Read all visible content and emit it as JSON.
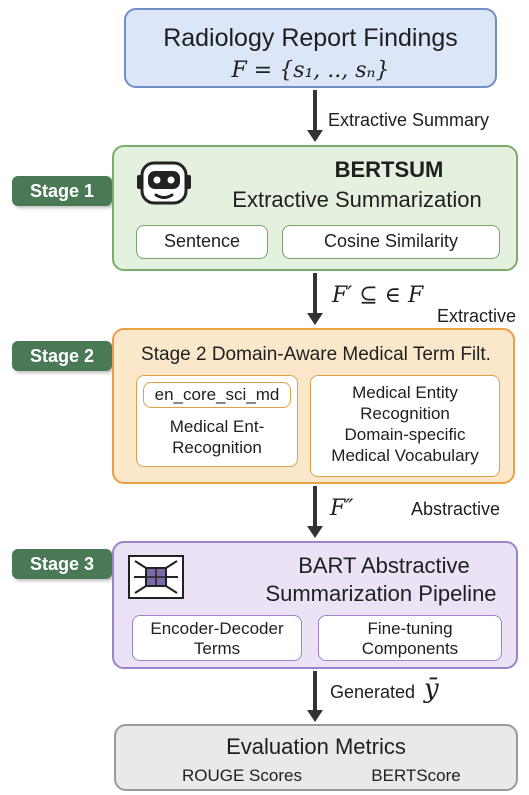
{
  "top": {
    "title": "Radiology Report Findings",
    "formula": "F = {s₁, .., sₙ}"
  },
  "arrows": {
    "a1_label": "Extractive Summary",
    "a2_formula": "F′ ⊆ ∈ F",
    "a2_label": "Extractive",
    "a3_formula": "F″",
    "a3_label": "Abstractive",
    "a4_label": "Generated",
    "a4_symbol": "ȳ"
  },
  "stage1": {
    "tab": "Stage 1",
    "title": "BERTSUM",
    "subtitle": "Extractive Summarization",
    "items": [
      "Sentence",
      "Cosine Similarity"
    ]
  },
  "stage2": {
    "tab": "Stage 2",
    "title": "Stage 2  Domain-Aware Medical Term Filt.",
    "left_top": "en_core_sci_md",
    "left_bottom_1": "Medical Ent-",
    "left_bottom_2": "Recognition",
    "right_1": "Medical Entity",
    "right_2": "Recognition",
    "right_3": "Domain-specific",
    "right_4": "Medical Vocabulary"
  },
  "stage3": {
    "tab": "Stage 3",
    "title": "BART Abstractive",
    "subtitle": "Summarization Pipeline",
    "left_1": "Encoder-Decoder",
    "left_2": "Terms",
    "right_1": "Fine-tuning",
    "right_2": "Components"
  },
  "evaluation": {
    "title": "Evaluation Metrics",
    "metrics": [
      "ROUGE Scores",
      "BERTScore"
    ]
  },
  "colors": {
    "stage_tab": "#4a7a55",
    "stage1_fill": "#e4f1de",
    "stage2_fill": "#fbe8cb",
    "stage3_fill": "#ebe3f5",
    "top_fill": "#dbe7f8",
    "eval_fill": "#e9e9e9"
  }
}
